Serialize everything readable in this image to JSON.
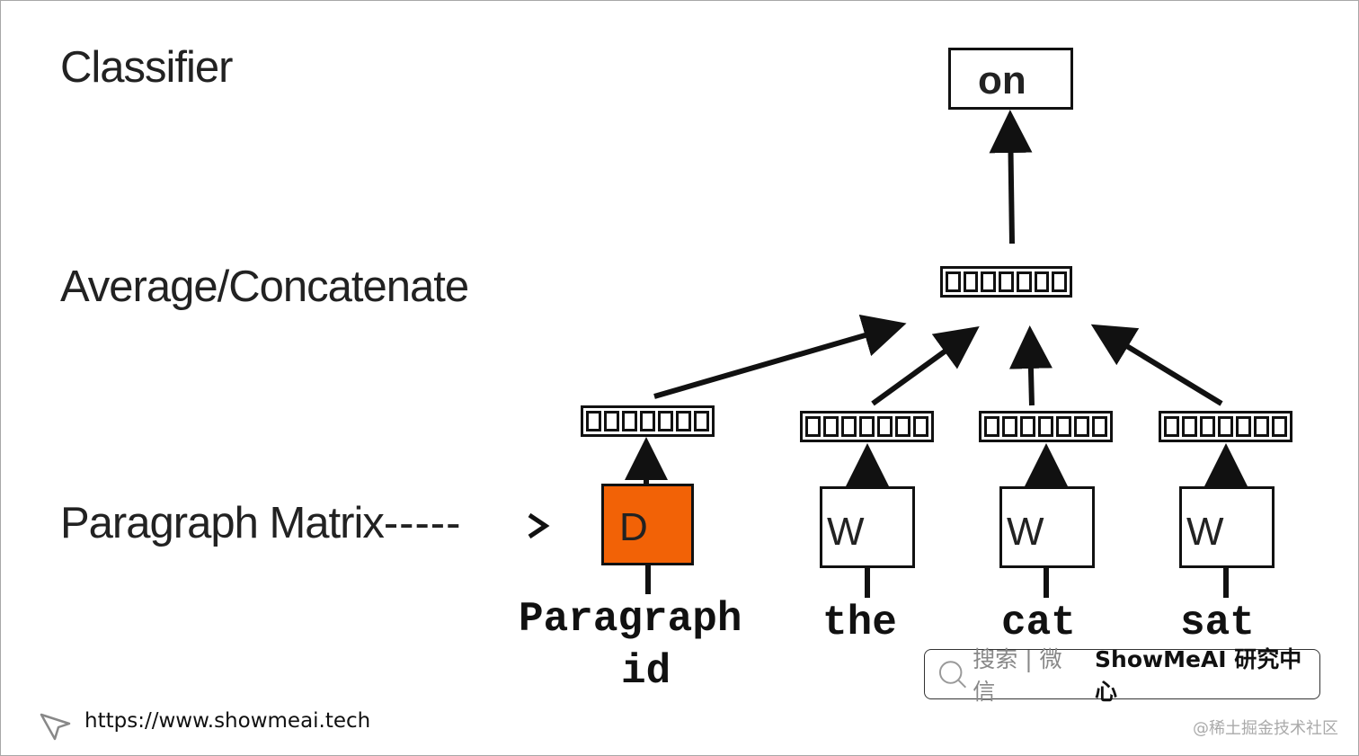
{
  "labels": {
    "classifier": "Classifier",
    "average": "Average/Concatenate",
    "paragraph_matrix": "Paragraph Matrix",
    "dashes": "-----"
  },
  "nodes": {
    "output": "on",
    "paragraph_box": "D",
    "word_box": "W"
  },
  "inputs": {
    "paragraph_line1": "Paragraph",
    "paragraph_line2": "id",
    "word1": "the",
    "word2": "cat",
    "word3": "sat"
  },
  "colors": {
    "paragraph_box_fill": "#f26206",
    "stroke": "#111111"
  },
  "search_bar": {
    "icon": "search-icon",
    "hint": "搜索 | 微信",
    "brand": "ShowMeAI 研究中心"
  },
  "footer": {
    "icon": "cursor-icon",
    "url": "https://www.showmeai.tech",
    "watermark": "@稀土掘金技术社区"
  }
}
